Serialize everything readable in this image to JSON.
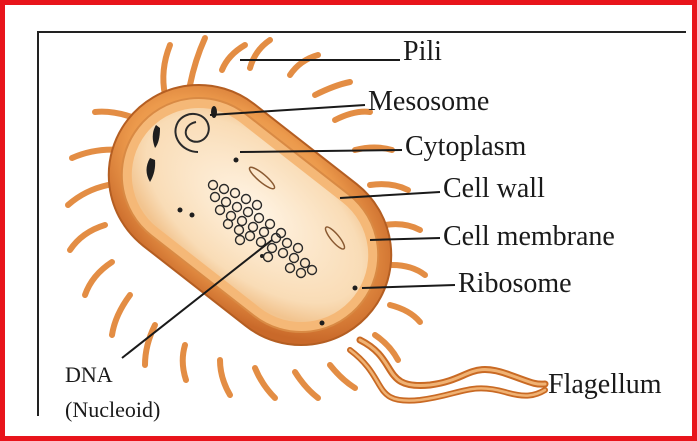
{
  "labels": {
    "pili": "Pili",
    "mesosome": "Mesosome",
    "cytoplasm": "Cytoplasm",
    "cell_wall": "Cell wall",
    "cell_membrane": "Cell membrane",
    "ribosome": "Ribosome",
    "flagellum": "Flagellum",
    "dna": "DNA",
    "nucleoid": "(Nucleoid)"
  },
  "colors": {
    "frame": "#e8141b",
    "cell_wall": "#e8913f",
    "cell_wall_dark": "#c96a24",
    "membrane": "#f3b36e",
    "cytoplasm": "#fbe3c4",
    "pili": "#e89a52",
    "ink": "#1a1a1a"
  }
}
